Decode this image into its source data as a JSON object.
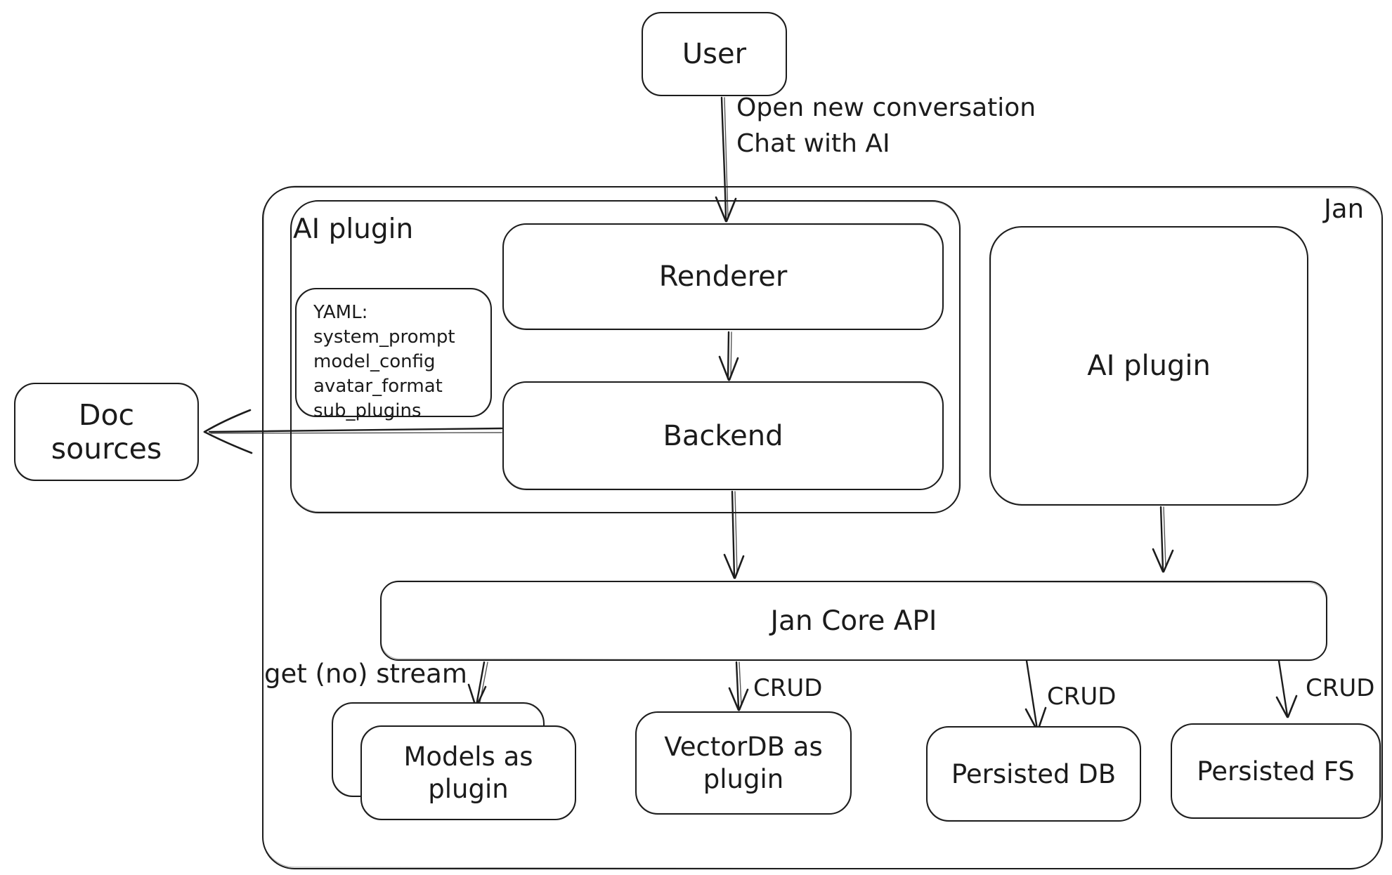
{
  "colors": {
    "stroke": "#1c1c1c",
    "background": "#ffffff",
    "text": "#1b1b1b"
  },
  "containers": {
    "jan": {
      "label": "Jan"
    },
    "ai_plugin": {
      "label": "AI plugin"
    }
  },
  "nodes": {
    "user": {
      "label": "User"
    },
    "renderer": {
      "label": "Renderer"
    },
    "backend": {
      "label": "Backend"
    },
    "ai_plugin_box": {
      "label": "AI plugin"
    },
    "doc_sources": {
      "label": "Doc sources"
    },
    "jan_core_api": {
      "label": "Jan Core API"
    },
    "models_as_plugin": {
      "label": "Models as plugin"
    },
    "vectordb_as_plugin": {
      "label": "VectorDB as plugin"
    },
    "persisted_db": {
      "label": "Persisted DB"
    },
    "persisted_fs": {
      "label": "Persisted FS"
    }
  },
  "note": {
    "title": "YAML:",
    "lines": [
      "system_prompt",
      "model_config",
      "avatar_format",
      "sub_plugins"
    ]
  },
  "edge_labels": {
    "user_flow_line1": "Open new conversation",
    "user_flow_line2": "Chat with AI",
    "get_no_stream": "get (no) stream",
    "crud_vectordb": "CRUD",
    "crud_persisted_db": "CRUD",
    "crud_persisted_fs": "CRUD"
  }
}
